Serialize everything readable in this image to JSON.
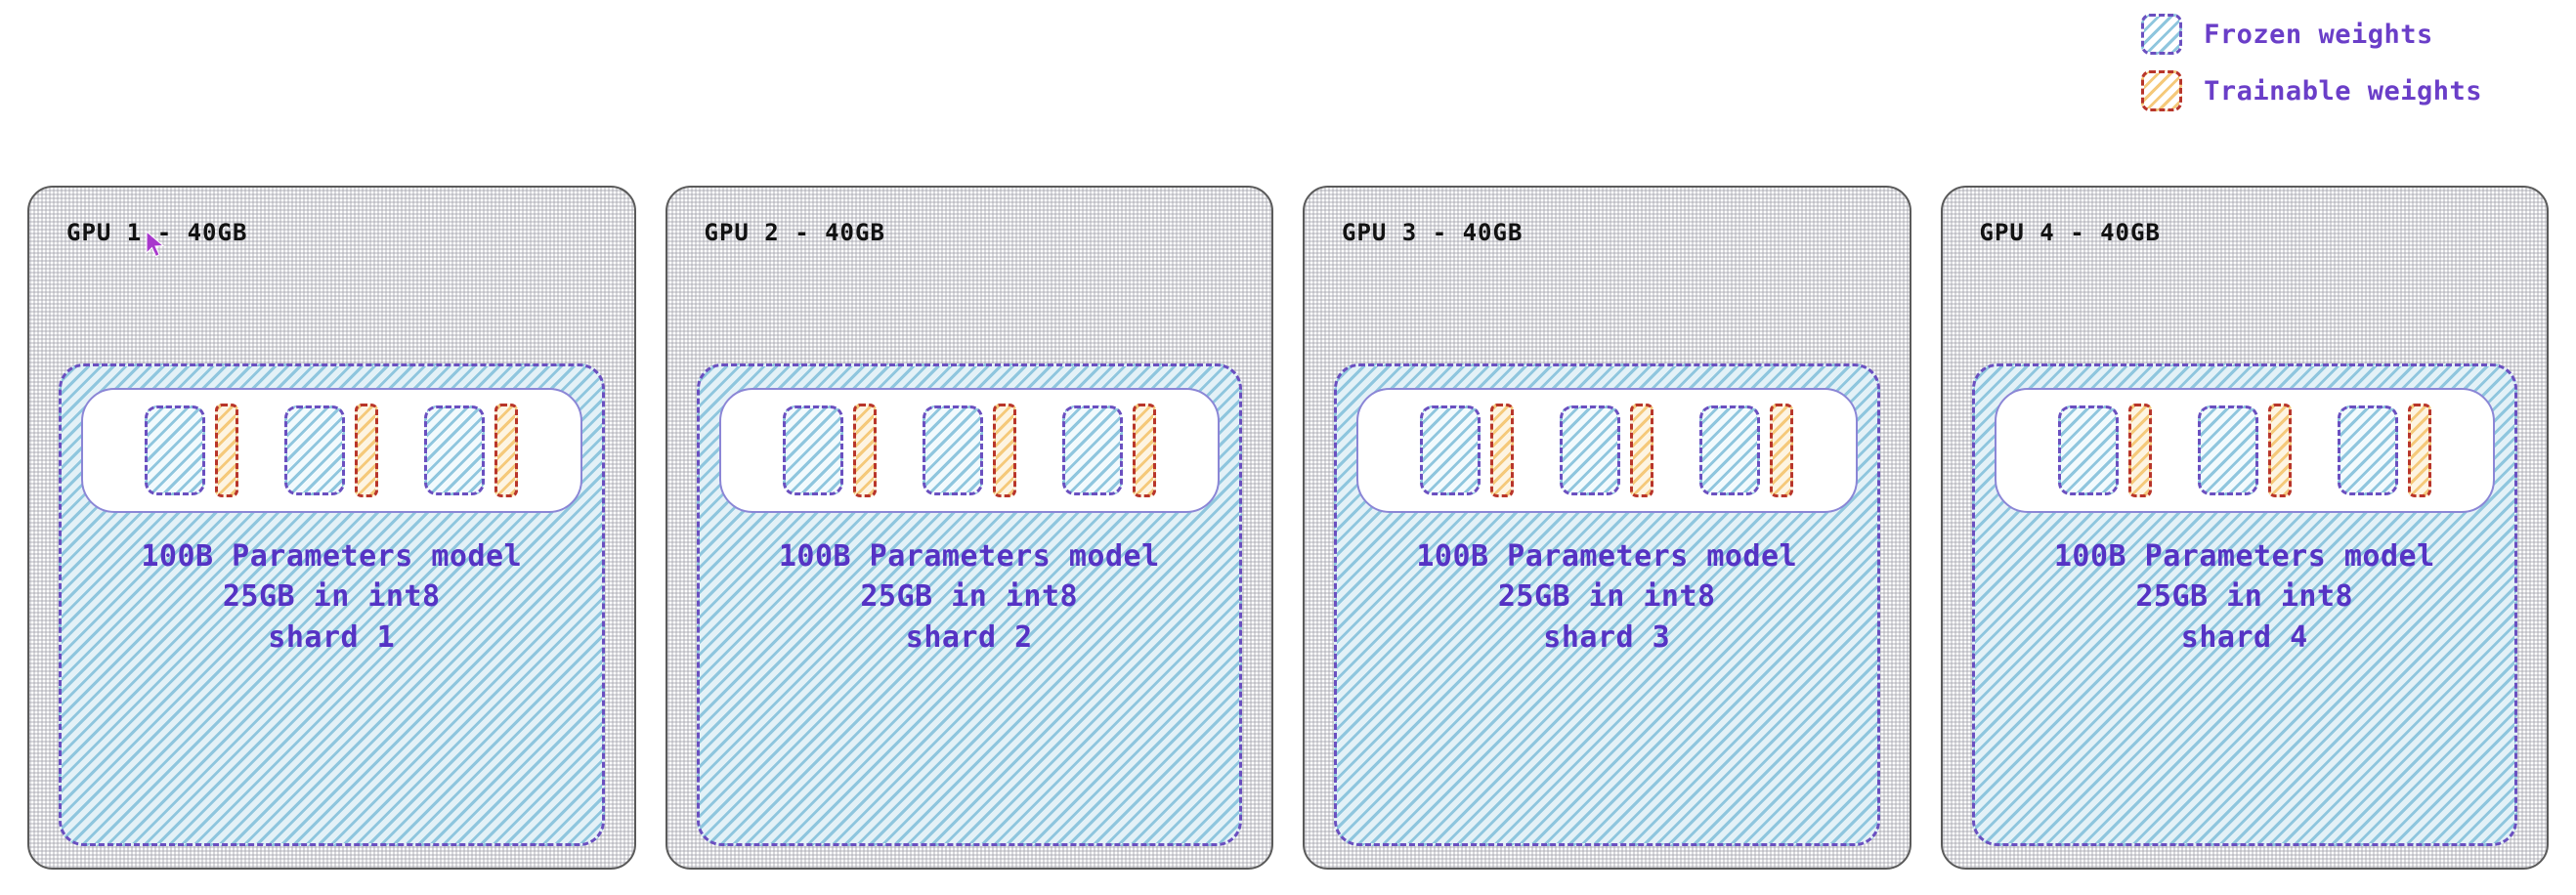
{
  "legend": {
    "items": [
      {
        "icon": "frozen-weights-swatch",
        "label": "Frozen weights",
        "style": "frozen",
        "border_color": "#6a4fc0",
        "hatch_color": "#8fc6de"
      },
      {
        "icon": "trainable-weights-swatch",
        "label": "Trainable weights",
        "style": "trainable",
        "border_color": "#b8352a",
        "hatch_color": "#f5c97a"
      }
    ],
    "text_color": "#6a3ec8"
  },
  "gpus": [
    {
      "title": "GPU 1 - 40GB",
      "model_caption": "100B Parameters model\n25GB in int8\nshard 1",
      "layer_pairs": 3
    },
    {
      "title": "GPU 2 - 40GB",
      "model_caption": "100B Parameters model\n25GB in int8\nshard 2",
      "layer_pairs": 3
    },
    {
      "title": "GPU 3 - 40GB",
      "model_caption": "100B Parameters model\n25GB in int8\nshard 3",
      "layer_pairs": 3
    },
    {
      "title": "GPU 4 - 40GB",
      "model_caption": "100B Parameters model\n25GB in int8\nshard 4",
      "layer_pairs": 3
    }
  ],
  "cursor": {
    "icon": "mouse-pointer-icon",
    "color": "#a838cc"
  },
  "colors": {
    "panel_border": "#5a5a5a",
    "model_border": "#6a4fc0",
    "model_fill": "#c6e3ef",
    "caption_text": "#5533c4",
    "title_text": "#121212"
  }
}
